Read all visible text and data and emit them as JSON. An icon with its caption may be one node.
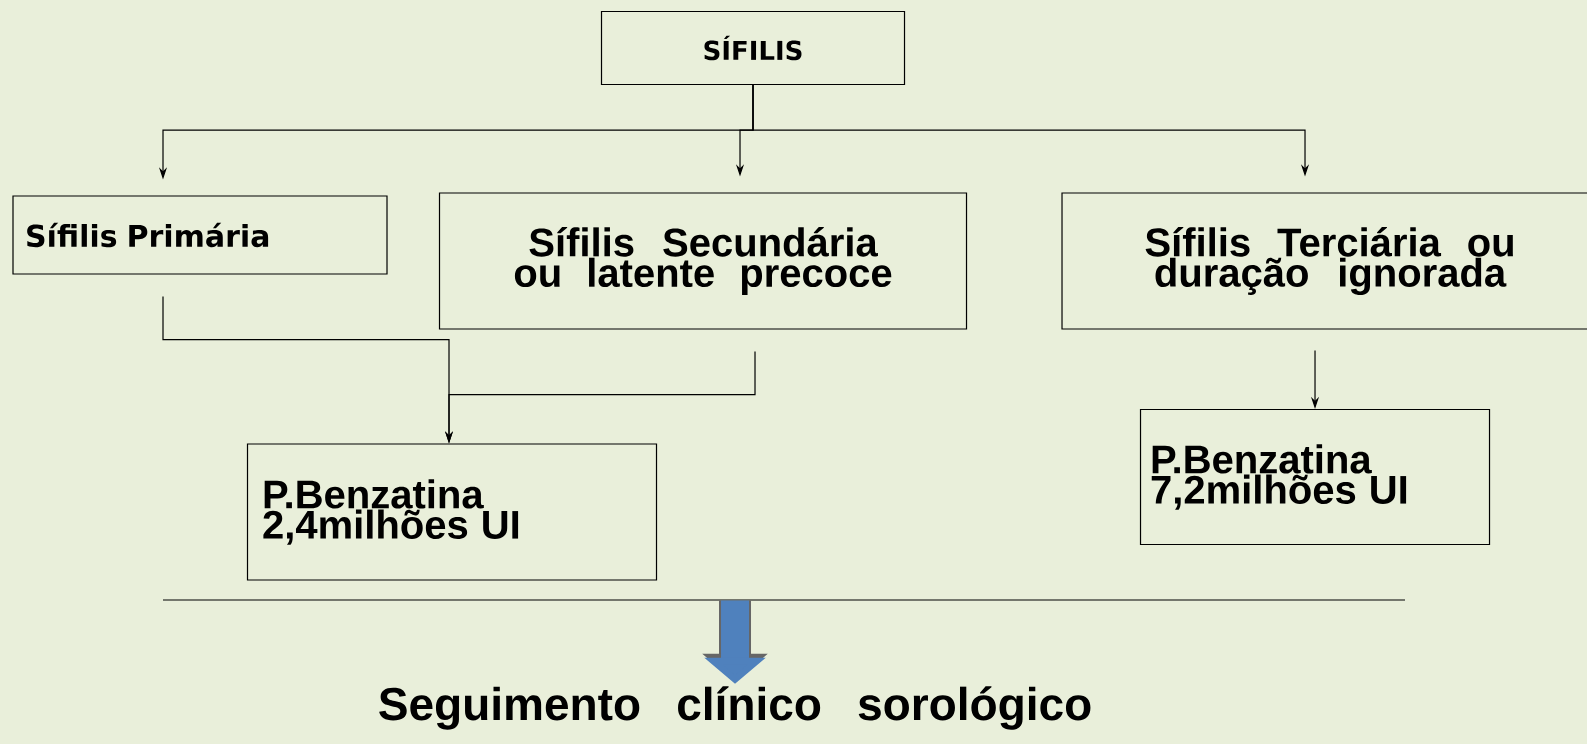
{
  "diagram": {
    "nodes": [
      {
        "text": [
          "SÍFILIS"
        ]
      },
      {
        "text": [
          "Sífilis Primária"
        ]
      },
      {
        "text": [
          "Sífilis Secundária ou latente precoce"
        ]
      },
      {
        "text": [
          "Sífilis Terciária ou duração ignorada"
        ]
      },
      {
        "text": [
          "P.Benzatina 2,4milhões UI"
        ]
      },
      {
        "text": [
          "P.Benzatina 7,2milhões UI"
        ]
      },
      {
        "text": [],
        "shape": "bar"
      },
      {
        "text": [
          "Seguimento clínico sorológico"
        ]
      }
    ],
    "edges": [
      {
        "from": 0,
        "to": 1,
        "arrow": "to"
      },
      {
        "from": 0,
        "to": 2,
        "arrow": "to"
      },
      {
        "from": 0,
        "to": 3,
        "arrow": "to"
      },
      {
        "from": 1,
        "to": 4,
        "arrow": "to"
      },
      {
        "from": 2,
        "to": 4,
        "arrow": "to"
      },
      {
        "from": 3,
        "to": 5,
        "arrow": "to"
      },
      {
        "from": 6,
        "to": 7,
        "arrow": "to",
        "style": "thick",
        "color": "#4f81bd"
      }
    ]
  }
}
